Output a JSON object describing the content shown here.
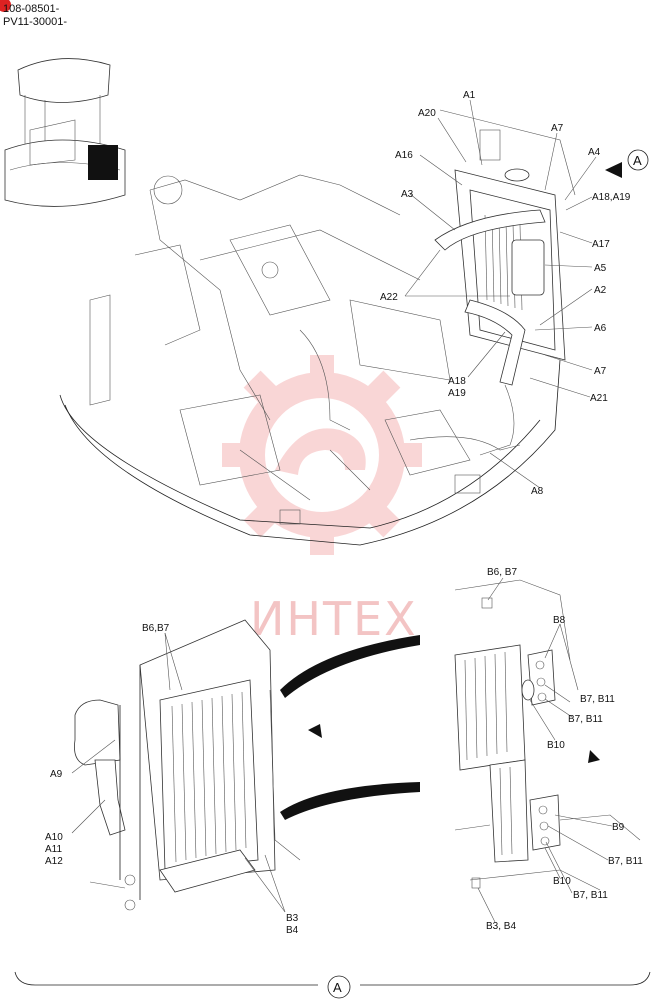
{
  "header": {
    "serial_line1": "108-08501-",
    "serial_line2": "PV11-30001-"
  },
  "watermark": {
    "text": "ИНТЕХ",
    "color": "#f5b5b5"
  },
  "view_marker": "A",
  "top_labels": {
    "A1": "A1",
    "A20": "A20",
    "A7_top": "A7",
    "A4": "A4",
    "A16": "A16",
    "A18_A19_top": "A18,A19",
    "A3": "A3",
    "A17": "A17",
    "A5": "A5",
    "A22": "A22",
    "A2": "A2",
    "A6": "A6",
    "A18": "A18",
    "A19": "A19",
    "A7_bottom": "A7",
    "A21": "A21",
    "A8": "A8"
  },
  "left_labels": {
    "B6_B7": "B6,B7",
    "A9": "A9",
    "A10": "A10",
    "A11": "A11",
    "A12": "A12",
    "B3": "B3",
    "B4": "B4"
  },
  "right_labels": {
    "B6_B7": "B6, B7",
    "B8": "B8",
    "B7_B11_a": "B7, B11",
    "B7_B11_b": "B7, B11",
    "B10_top": "B10",
    "B9": "B9",
    "B7_B11_c": "B7, B11",
    "B7_B11_d": "B7, B11",
    "B10_bottom": "B10",
    "B3_B4": "B3, B4"
  }
}
